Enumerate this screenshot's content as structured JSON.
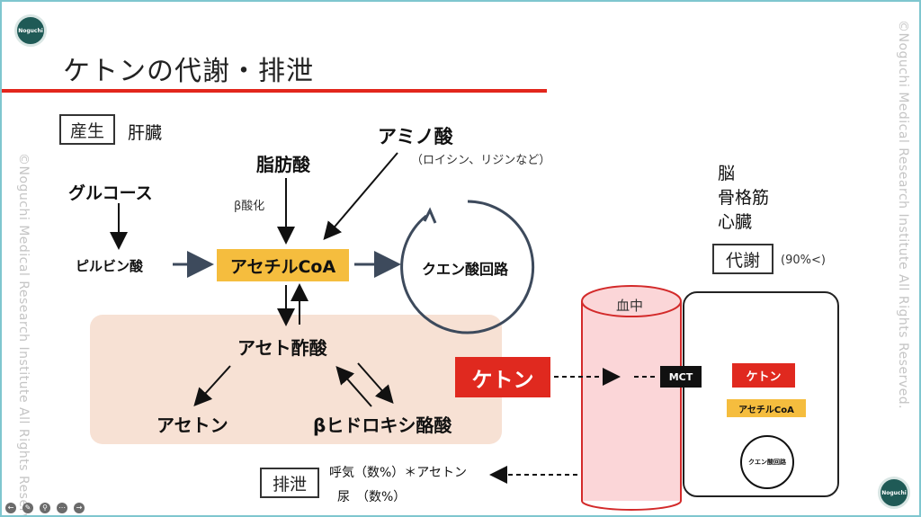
{
  "slide": {
    "title": "ケトンの代謝・排泄",
    "logo_text": "Noguchi",
    "watermark": "©Noguchi Medical Research Institute All Rights Reserved."
  },
  "production": {
    "label": "産生",
    "organ": "肝臓",
    "glucose": "グルコース",
    "pyruvate": "ピルビン酸",
    "fatty_acid": "脂肪酸",
    "beta_oxidation": "β酸化",
    "amino_acid": "アミノ酸",
    "amino_examples": "（ロイシン、リジンなど）",
    "acetyl_coa": "アセチルCoA",
    "tca_cycle": "クエン酸回路",
    "acetoacetate": "アセト酢酸",
    "acetone": "アセトン",
    "bhb": "βヒドロキシ酪酸"
  },
  "transport": {
    "ketone": "ケトン",
    "blood": "血中",
    "mct": "MCT"
  },
  "metabolism": {
    "organs": [
      "脳",
      "骨格筋",
      "心臓"
    ],
    "label": "代謝",
    "percent": "(90%<)",
    "ketone": "ケトン",
    "acetyl_coa": "アセチルCoA",
    "tca_cycle": "クエン酸回路"
  },
  "excretion": {
    "label": "排泄",
    "breath": "呼気（数%）＊アセトン",
    "urine": "尿　（数%）"
  },
  "colors": {
    "accent_red": "#e2261c",
    "coa_yellow": "#f5bd3e",
    "peach": "#f7e1d4",
    "cylinder_pink": "#fbd6d8"
  },
  "toolbar": [
    "back-icon",
    "pen-icon",
    "zoom-icon",
    "more-icon",
    "forward-icon"
  ]
}
